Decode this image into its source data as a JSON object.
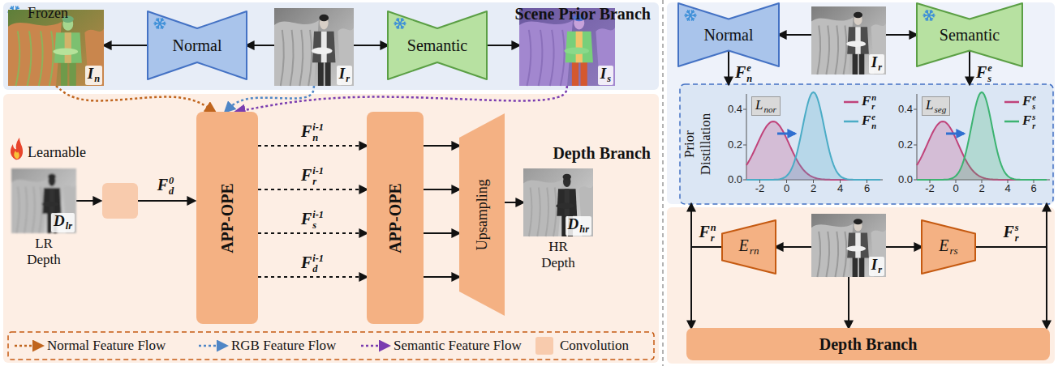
{
  "diagram": {
    "nodes": [
      {
        "text": [
          "Frozen",
          "Scene Prior Branch"
        ]
      },
      {
        "text": [
          "In"
        ],
        "in": 0
      },
      {
        "text": [
          "Normal"
        ],
        "in": 0
      },
      {
        "text": [
          "Ir"
        ],
        "in": 0
      },
      {
        "text": [
          "Semantic"
        ],
        "in": 0
      },
      {
        "text": [
          "Is"
        ],
        "in": 0
      },
      {
        "text": [
          "Learnable",
          "Depth Branch"
        ]
      },
      {
        "text": [
          "Dlr",
          "LR Depth"
        ],
        "in": 6
      },
      {
        "text": [
          "APP-OPE"
        ],
        "in": 6
      },
      {
        "text": [
          "APP-OPE"
        ],
        "in": 6
      },
      {
        "text": [
          "Upsampling"
        ],
        "in": 6
      },
      {
        "text": [
          "Dhr",
          "HR Depth"
        ],
        "in": 6
      },
      {
        "text": [
          "Normal"
        ]
      },
      {
        "text": [
          "Ir"
        ]
      },
      {
        "text": [
          "Semantic"
        ]
      },
      {
        "text": [
          "Prior Distillation"
        ]
      },
      {
        "text": [
          "Ern"
        ]
      },
      {
        "text": [
          "Ir"
        ]
      },
      {
        "text": [
          "Ers"
        ]
      },
      {
        "text": [
          "Depth Branch"
        ]
      }
    ],
    "edges": [
      {
        "from": 3,
        "to": 2,
        "arrow": "to"
      },
      {
        "from": 2,
        "to": 1,
        "arrow": "to"
      },
      {
        "from": 3,
        "to": 4,
        "arrow": "to"
      },
      {
        "from": 4,
        "to": 5,
        "arrow": "to"
      },
      {
        "from": 1,
        "to": 8,
        "arrow": "to"
      },
      {
        "from": 3,
        "to": 8,
        "arrow": "to"
      },
      {
        "from": 5,
        "to": 8,
        "arrow": "to"
      },
      {
        "from": 8,
        "to": 9,
        "label": "Fni-1",
        "arrow": "to"
      },
      {
        "from": 8,
        "to": 9,
        "label": "Fri-1",
        "arrow": "to"
      },
      {
        "from": 8,
        "to": 9,
        "label": "Fsi-1",
        "arrow": "to"
      },
      {
        "from": 8,
        "to": 9,
        "label": "Fdi-1",
        "arrow": "to"
      },
      {
        "from": 9,
        "to": 10,
        "arrow": "to"
      },
      {
        "from": 9,
        "to": 10,
        "arrow": "to"
      },
      {
        "from": 9,
        "to": 10,
        "arrow": "to"
      },
      {
        "from": 9,
        "to": 10,
        "arrow": "to"
      },
      {
        "from": 10,
        "to": 11,
        "arrow": "to"
      },
      {
        "from": 13,
        "to": 12,
        "arrow": "to"
      },
      {
        "from": 13,
        "to": 14,
        "arrow": "to"
      },
      {
        "from": 12,
        "to": 15,
        "label": "Fne",
        "arrow": "to"
      },
      {
        "from": 14,
        "to": 15,
        "label": "Fse",
        "arrow": "to"
      },
      {
        "from": 17,
        "to": 16,
        "arrow": "to"
      },
      {
        "from": 17,
        "to": 18,
        "arrow": "to"
      },
      {
        "from": 16,
        "to": 15,
        "label": "Frn",
        "arrow": "to"
      },
      {
        "from": 16,
        "to": 19,
        "arrow": "to"
      },
      {
        "from": 18,
        "to": 15,
        "label": "Frs",
        "arrow": "to"
      },
      {
        "from": 18,
        "to": 19,
        "arrow": "to"
      },
      {
        "from": 17,
        "to": 19,
        "arrow": "to"
      }
    ],
    "labels": [
      "Fd0",
      "Lnor",
      "0.4",
      "0.2",
      "0.0",
      "-2",
      "0",
      "2",
      "4",
      "6",
      "Lseg",
      "0.4",
      "0.2",
      "0.0",
      "-2",
      "0",
      "2",
      "4",
      "6"
    ],
    "legend": [
      {
        "text": "Normal Feature Flow"
      },
      {
        "text": "RGB Feature Flow"
      },
      {
        "text": "Semantic Feature Flow"
      },
      {
        "text": "Convolution",
        "color": "#f8cbad"
      },
      {
        "text": "Frn"
      },
      {
        "text": "Fne"
      },
      {
        "text": "Fse"
      },
      {
        "text": "Frs"
      }
    ]
  }
}
